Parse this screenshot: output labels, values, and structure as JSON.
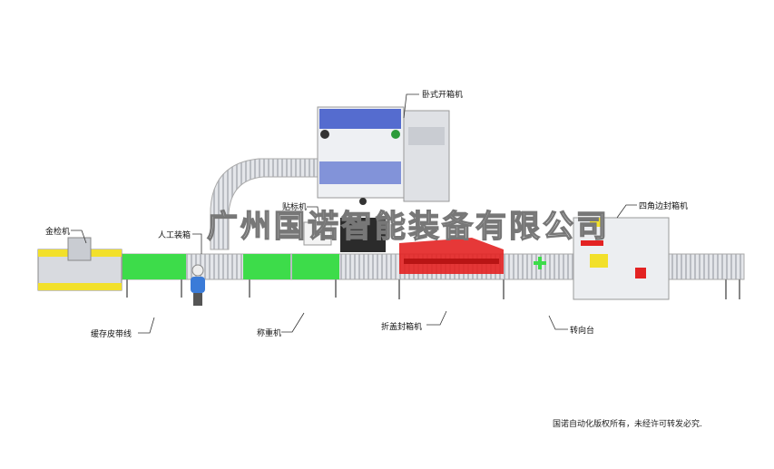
{
  "labels": {
    "box_erector": "卧式开箱机",
    "labeler": "贴标机",
    "four_corner_sealer": "四角边封箱机",
    "metal_detector": "金检机",
    "manual_packing": "人工装箱",
    "buffer_belt": "缓存皮带线",
    "weigher": "称重机",
    "fold_sealer": "折盖封箱机",
    "turntable": "转向台"
  },
  "watermark": "广州国诺智能装备有限公司",
  "copyright": "国诺自动化版权所有，未经许可转发必究.",
  "colors": {
    "belt_green": "#3ddc4a",
    "sealer_red": "#e32222",
    "detector_yellow": "#f2e02a",
    "frame_blue": "#3a55c8"
  }
}
